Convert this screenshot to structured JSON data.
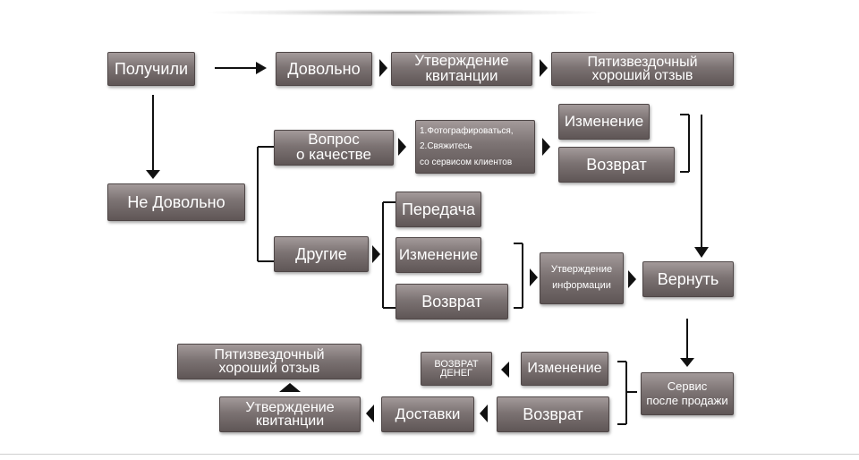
{
  "boxes": {
    "received": "Получили",
    "satisfied": "Довольно",
    "receipt_confirm_top": "Утверждение\nквитанции",
    "five_star_top": "Пятизвездочный\nхороший отзыв",
    "not_satisfied": "Не Довольно",
    "quality_question": "Вопрос\nо качестве",
    "photo_contact": "1.Фотографироваться,\n2.Свяжитесь\nсо сервисом клиентов",
    "change_top": "Изменение",
    "return_top": "Возврат",
    "others": "Другие",
    "transfer": "Передача",
    "change_mid": "Изменение",
    "return_mid": "Возврат",
    "info_confirm": "Утверждение\nинформации",
    "send_back": "Вернуть",
    "after_sales": "Сервис\nпосле продажи",
    "change_bottom": "Изменение",
    "refund": "ВОЗВРАТ\nДЕНЕГ",
    "return_bottom": "Возврат",
    "delivery": "Доставки",
    "receipt_confirm_bottom": "Утверждение\nквитанции",
    "five_star_bottom": "Пятизвездочный\nхороший отзыв"
  }
}
